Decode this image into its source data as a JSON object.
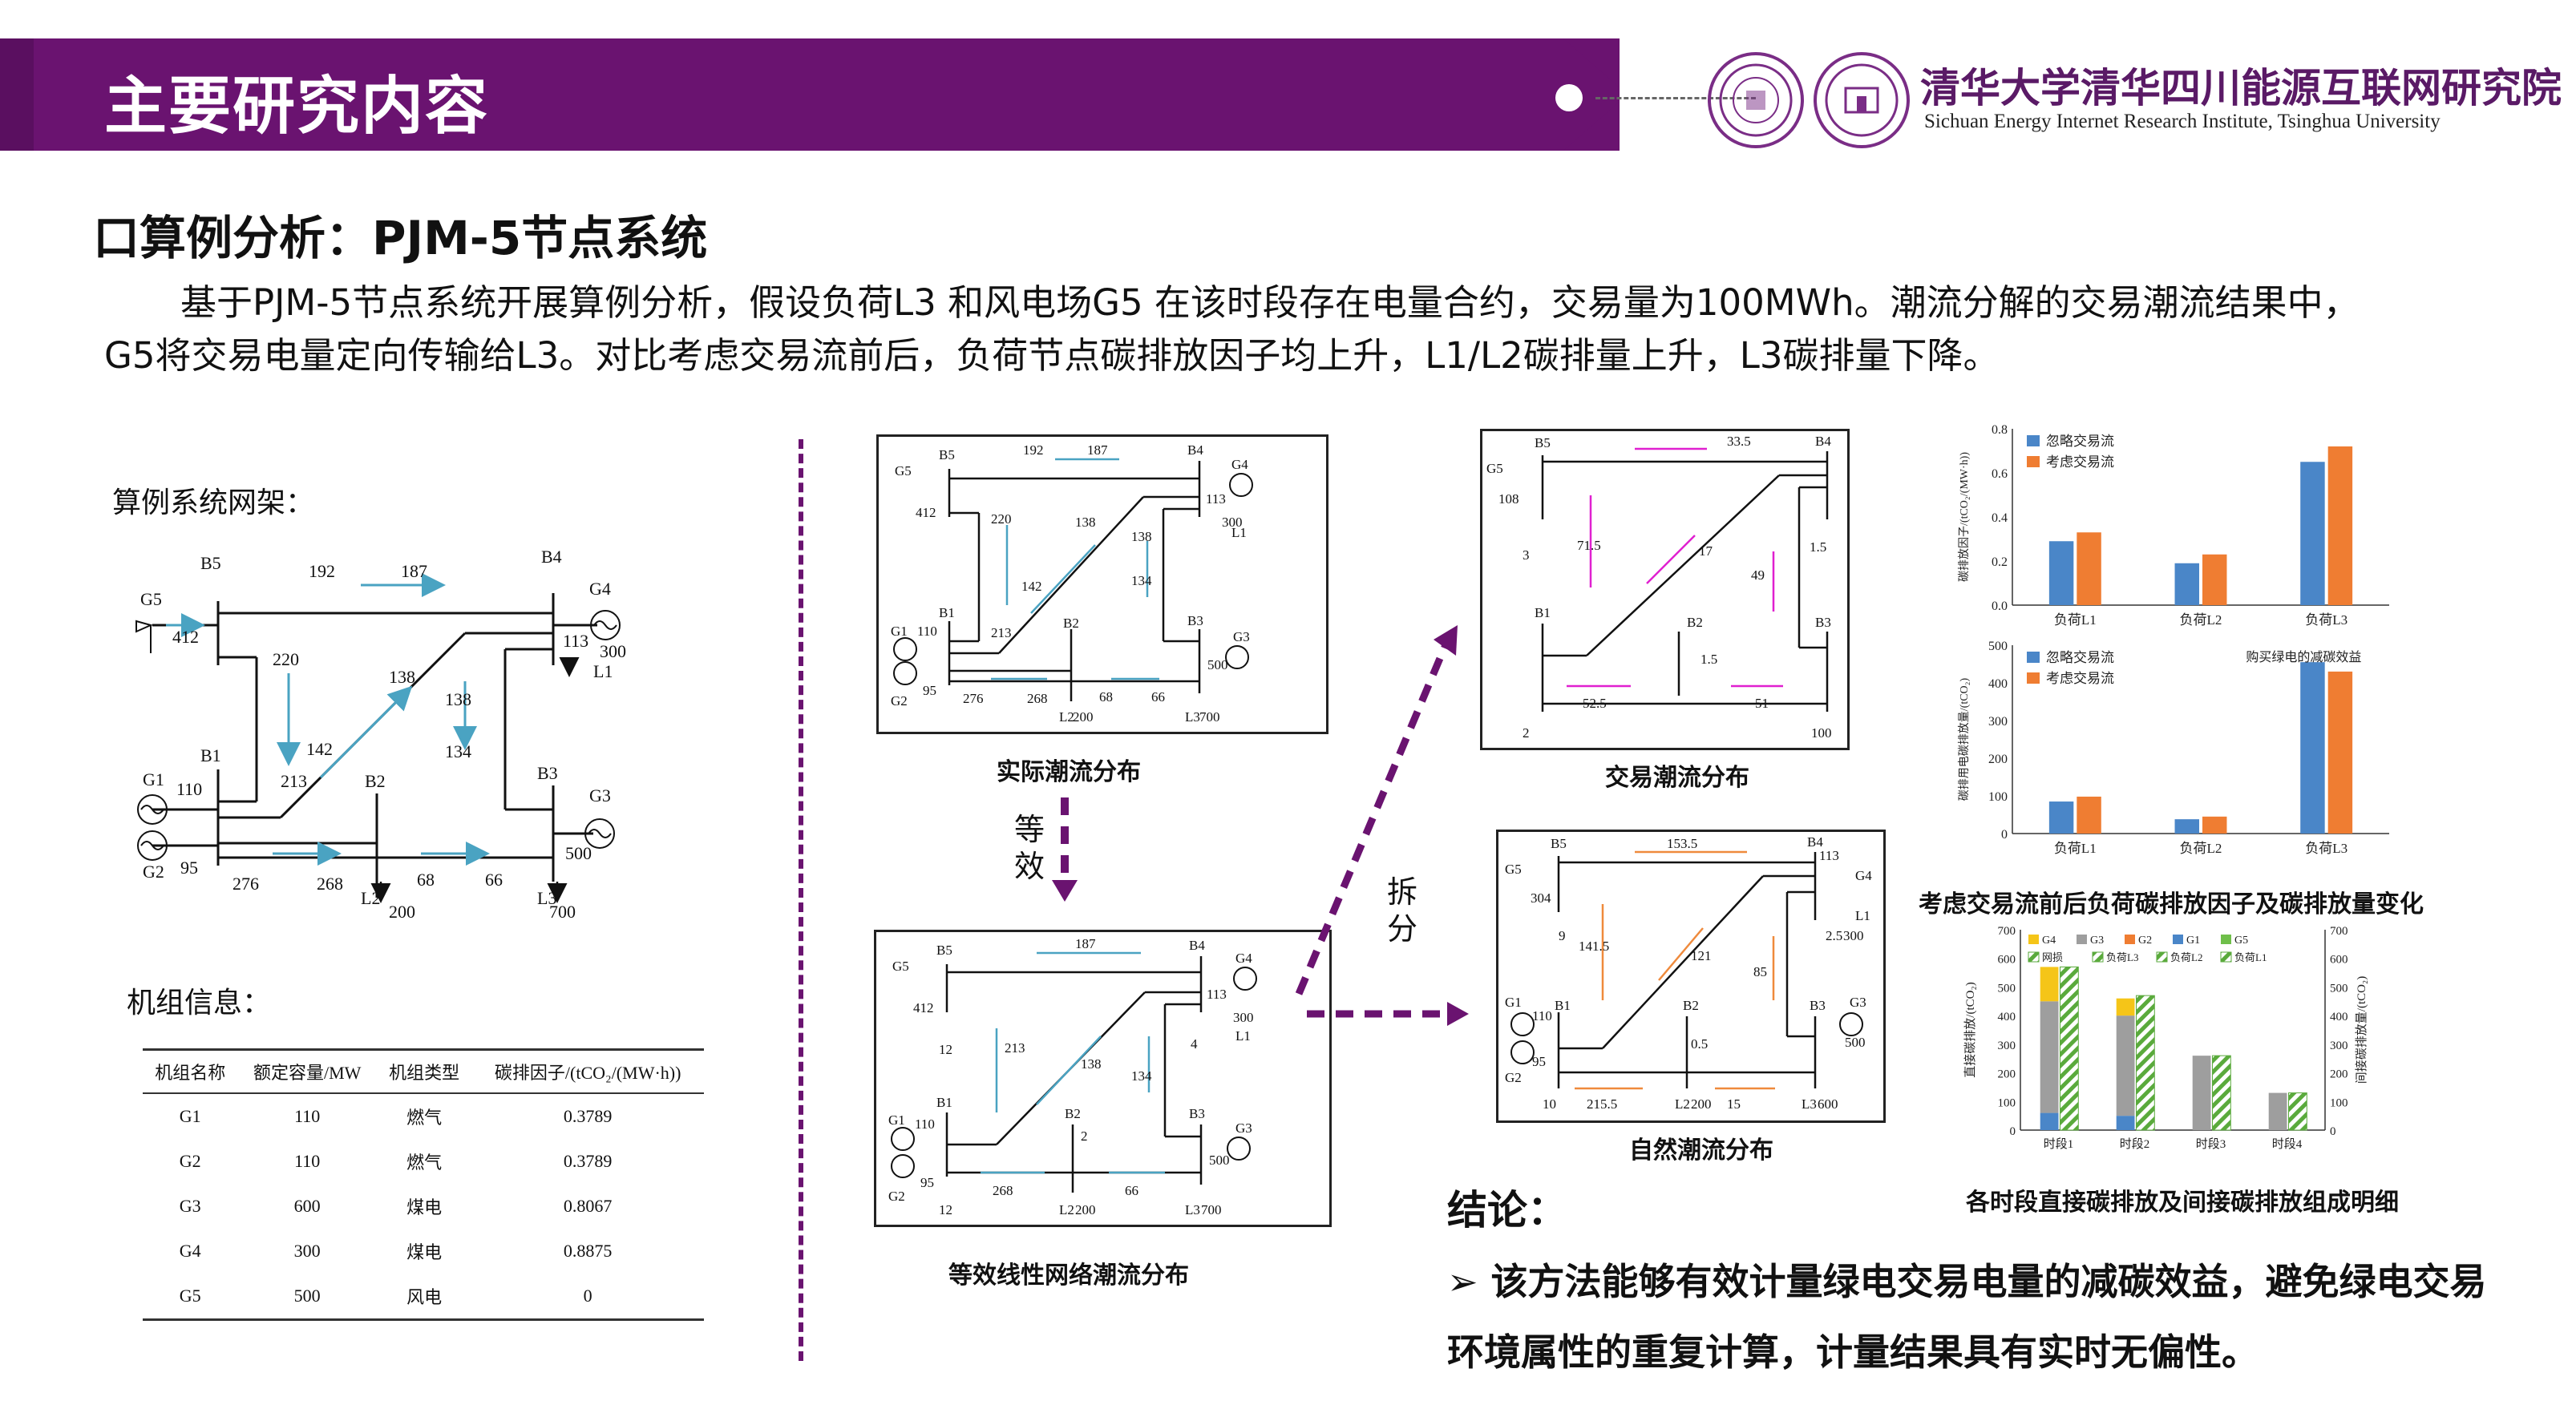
{
  "header": {
    "title": "主要研究内容",
    "inst_cn": "清华大学清华四川能源互联网研究院",
    "inst_en": "Sichuan Energy Internet Research Institute, Tsinghua University"
  },
  "section": {
    "title": "口算例分析：PJM-5节点系统",
    "intro_line1": "基于PJM-5节点系统开展算例分析，假设负荷L3 和风电场G5 在该时段存在电量合约，交易量为100MWh。潮流分解的交易潮流结果中，",
    "intro_line2": "G5将交易电量定向传输给L3。对比考虑交易流前后，负荷节点碳排放因子均上升，L1/L2碳排量上升，L3碳排量下降。"
  },
  "left": {
    "network_label": "算例系统网架：",
    "gen_label": "机组信息："
  },
  "gen_table": {
    "headers": [
      "机组名称",
      "额定容量/MW",
      "机组类型",
      "碳排因子/(tCO₂/(MW·h))"
    ],
    "rows": [
      [
        "G1",
        "110",
        "燃气",
        "0.3789"
      ],
      [
        "G2",
        "110",
        "燃气",
        "0.3789"
      ],
      [
        "G3",
        "600",
        "煤电",
        "0.8067"
      ],
      [
        "G4",
        "300",
        "煤电",
        "0.8875"
      ],
      [
        "G5",
        "500",
        "风电",
        "0"
      ]
    ]
  },
  "panels": {
    "actual": "实际潮流分布",
    "equiv": "等效线性网络潮流分布",
    "trade": "交易潮流分布",
    "natural": "自然潮流分布"
  },
  "arrows": {
    "equiv_label": "等效",
    "decomp_label": "拆分"
  },
  "network_main": {
    "buses": [
      "B5",
      "B4",
      "B1",
      "B2",
      "B3"
    ],
    "gens": [
      "G5",
      "G4",
      "G1",
      "G2",
      "G3"
    ],
    "loads": [
      "L1",
      "L2",
      "L3"
    ],
    "flows": [
      "192",
      "187",
      "220",
      "142",
      "138",
      "138",
      "134",
      "213",
      "412",
      "113",
      "300",
      "110",
      "95",
      "500",
      "276",
      "268",
      "68",
      "66",
      "200",
      "700"
    ]
  },
  "net_actual": {
    "flows": [
      "192",
      "187",
      "220",
      "142",
      "138",
      "138",
      "134",
      "213",
      "412",
      "113",
      "300",
      "110",
      "95",
      "500",
      "276",
      "268",
      "68",
      "66",
      "200",
      "700"
    ]
  },
  "net_equiv": {
    "flows": [
      "187",
      "213",
      "138",
      "134",
      "412",
      "113",
      "300",
      "110",
      "95",
      "500",
      "268",
      "66",
      "200",
      "700",
      "12",
      "4",
      "2",
      "12"
    ]
  },
  "net_trade": {
    "flows": [
      "33.5",
      "71.5",
      "17",
      "49",
      "108",
      "3",
      "1.5",
      "1.5",
      "52.5",
      "51",
      "2",
      "100"
    ]
  },
  "net_natural": {
    "flows": [
      "153.5",
      "141.5",
      "121",
      "85",
      "304",
      "113",
      "9",
      "2.5",
      "300",
      "110",
      "95",
      "0.5",
      "500",
      "215.5",
      "15",
      "10",
      "200",
      "600"
    ]
  },
  "chart_data": [
    {
      "type": "bar",
      "title": "",
      "ylabel": "碳排放因子/(tCO₂/(MW·h))",
      "categories": [
        "负荷L1",
        "负荷L2",
        "负荷L3"
      ],
      "ylim": [
        0,
        0.8
      ],
      "yticks": [
        "0.0",
        "0.2",
        "0.4",
        "0.6",
        "0.8"
      ],
      "series": [
        {
          "name": "忽略交易流",
          "color": "#4a86c8",
          "values": [
            0.29,
            0.19,
            0.65
          ]
        },
        {
          "name": "考虑交易流",
          "color": "#ef7d32",
          "values": [
            0.33,
            0.23,
            0.72
          ]
        }
      ]
    },
    {
      "type": "bar",
      "title": "考虑交易流前后负荷碳排放因子及碳排放量变化",
      "ylabel": "碳排用电碳排放量/(tCO₂)",
      "categories": [
        "负荷L1",
        "负荷L2",
        "负荷L3"
      ],
      "ylim": [
        0,
        500
      ],
      "yticks": [
        "0",
        "100",
        "200",
        "300",
        "400",
        "500"
      ],
      "annotation": "购买绿电的减碳效益",
      "series": [
        {
          "name": "忽略交易流",
          "color": "#4a86c8",
          "values": [
            85,
            38,
            455
          ]
        },
        {
          "name": "考虑交易流",
          "color": "#ef7d32",
          "values": [
            98,
            45,
            430
          ]
        }
      ]
    },
    {
      "type": "bar",
      "title": "各时段直接碳排放及间接碳排放组成明细",
      "ylabel": "直接碳排放/(tCO₂)",
      "ylabel_right": "间接碳排放量/(tCO₂)",
      "categories": [
        "时段1",
        "时段2",
        "时段3",
        "时段4"
      ],
      "ylim": [
        0,
        700
      ],
      "yticks": [
        "0",
        "100",
        "200",
        "300",
        "400",
        "500",
        "600",
        "700"
      ],
      "legend_direct": [
        "G4",
        "G3",
        "G2",
        "G1",
        "G5"
      ],
      "legend_indirect": [
        "网损",
        "负荷L3",
        "负荷L2",
        "负荷L1"
      ],
      "direct_colors": [
        "#f5c518",
        "#9e9e9e",
        "#ef7d32",
        "#4a86c8",
        "#6fbf4a"
      ],
      "direct_stacks": [
        [
          120,
          390,
          0,
          60,
          0
        ],
        [
          60,
          350,
          0,
          50,
          0
        ],
        [
          0,
          260,
          0,
          0,
          0
        ],
        [
          0,
          130,
          0,
          0,
          0
        ]
      ],
      "indirect_totals": [
        570,
        470,
        260,
        130
      ]
    }
  ],
  "conclusion": {
    "title": "结论：",
    "text": "➢ 该方法能够有效计量绿电交易电量的减碳效益，避免绿电交易环境属性的重复计算，计量结果具有实时无偏性。"
  }
}
